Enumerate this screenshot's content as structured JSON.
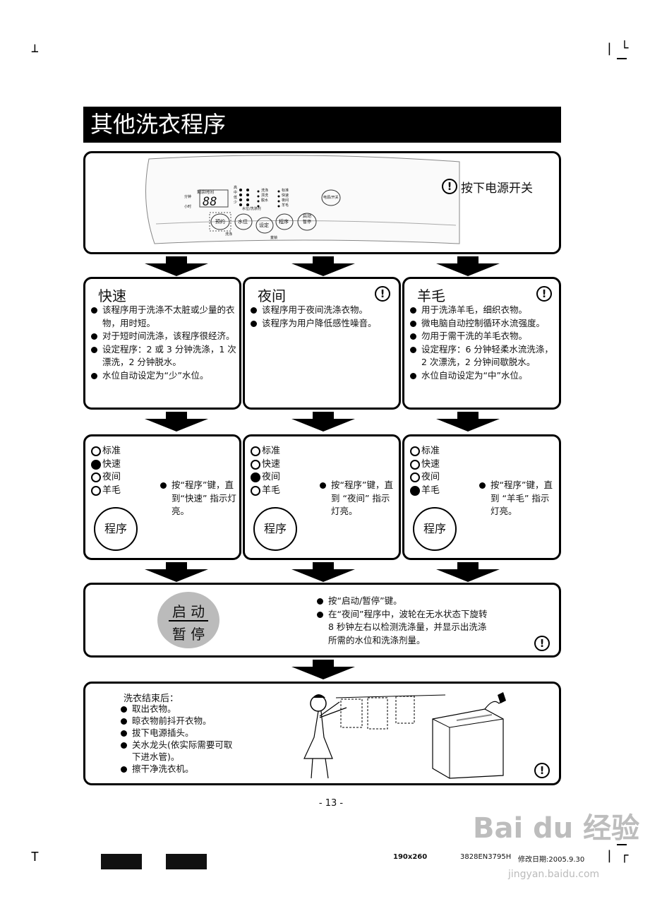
{
  "page": {
    "title": "其他洗衣程序",
    "page_number": "- 13 -",
    "footer_size": "190x260",
    "footer_code": "3828EN3795H",
    "footer_date": "修改日期:2005.9.30",
    "watermark_text": "Bai du 经验",
    "watermark_url": "jingyan.baidu.com"
  },
  "panel": {
    "step1": "按下电源开关",
    "power_label": "电源/开关",
    "remaining_label": "剩余时间",
    "minute": "分钟",
    "hour": "小时",
    "display": "88",
    "levels": [
      "高",
      "中",
      "低",
      "少"
    ],
    "water_label": "水位/洗涤剂",
    "procs": [
      "洗涤",
      "漂洗",
      "脱水"
    ],
    "progs": [
      "标准",
      "快速",
      "夜间",
      "羊毛"
    ],
    "btn_reserve": "预约",
    "btn_water": "水位",
    "btn_set": "设定",
    "btn_program": "程序",
    "btn_start": "启动",
    "btn_pause": "暂停",
    "lbl_rinse": "洗涤",
    "lbl_lock": "童锁"
  },
  "programs": [
    {
      "name": "快速",
      "bullets": [
        "该程序用于洗涤不太脏或少量的衣物，用时短。",
        "对于短时间洗涤，该程序很经济。",
        "设定程序：2 或 3 分钟洗涤，1 次漂洗，2 分钟脱水。",
        "水位自动设定为“少”水位。"
      ]
    },
    {
      "name": "夜间",
      "bullets": [
        "该程序用于夜间洗涤衣物。",
        "该程序为用户降低感性噪音。"
      ]
    },
    {
      "name": "羊毛",
      "bullets": [
        "用于洗涤羊毛，细织衣物。",
        "微电脑自动控制循环水流强度。",
        "勿用于需干洗的羊毛衣物。",
        "设定程序：6 分钟轻柔水流洗涤，2 次漂洗，2 分钟间歇脱水。",
        "水位自动设定为“中”水位。"
      ]
    }
  ],
  "options": [
    "标准",
    "快速",
    "夜间",
    "羊毛"
  ],
  "select_steps": [
    {
      "selected": 1,
      "text": "按“程序”键，直到“快速” 指示灯亮。"
    },
    {
      "selected": 2,
      "text": "按“程序”键，直到 “夜间” 指示灯亮。"
    },
    {
      "selected": 3,
      "text": "按“程序”键，直到 “羊毛” 指示灯亮。"
    }
  ],
  "program_button": "程序",
  "start": {
    "label_top": "启 动",
    "label_bottom": "暂 停",
    "bullets": [
      "按“启动/暂停”键。",
      "在“夜间”程序中，波轮在无水状态下旋转 8 秒钟左右以检测洗涤量，并显示出洗涤所需的水位和洗涤剂量。"
    ]
  },
  "after": {
    "title": "洗衣结束后：",
    "bullets": [
      "取出衣物。",
      "晾衣物前抖开衣物。",
      "拔下电源插头。",
      "关水龙头(依实际需要可取下进水管)。",
      "擦干净洗衣机。"
    ]
  },
  "warn_symbol": "!"
}
